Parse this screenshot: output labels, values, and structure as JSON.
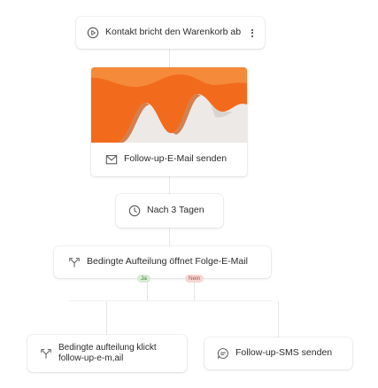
{
  "trigger": {
    "label": "Kontakt bricht den Warenkorb ab",
    "icon": "play-circle-icon"
  },
  "email": {
    "label": "Follow-up-E-Mail senden",
    "icon": "mail-icon",
    "thumbnail": "orange-fabric-image"
  },
  "delay": {
    "label": "Nach 3 Tagen",
    "icon": "clock-icon"
  },
  "split": {
    "label": "Bedingte Aufteilung öffnet Folge-E-Mail",
    "icon": "split-icon",
    "yes": "Ja",
    "no": "Nein"
  },
  "branch_left": {
    "label": "Bedingte aufteilung klickt follow-up-e-m,ail",
    "icon": "split-icon"
  },
  "branch_right": {
    "label": "Follow-up-SMS senden",
    "icon": "message-icon"
  },
  "colors": {
    "yes_bg": "#d6ecd3",
    "no_bg": "#f6d6d3",
    "accent_orange": "#f26b1d"
  }
}
